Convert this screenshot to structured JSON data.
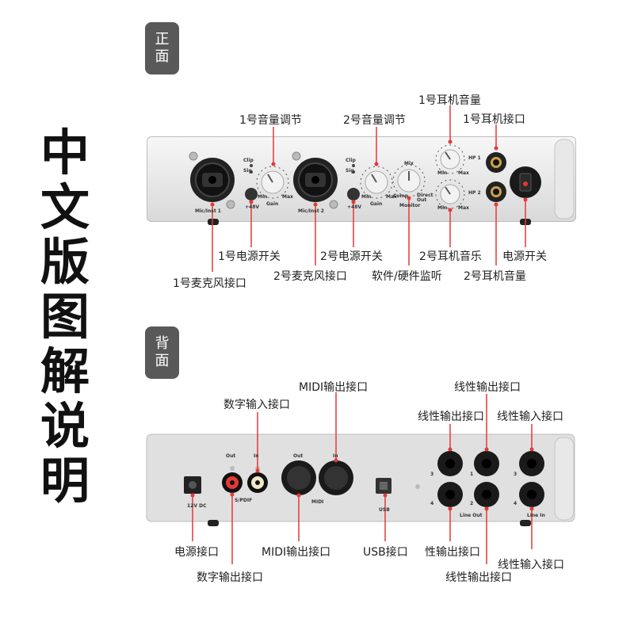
{
  "title": "中文版图解说明",
  "sections": {
    "front": {
      "tag": "正面"
    },
    "back": {
      "tag": "背面"
    }
  },
  "front_labels": {
    "vol1": "1号音量调节",
    "vol2": "2号音量调节",
    "hp1_vol": "1号耳机音量",
    "hp1_jack": "1号耳机接口",
    "pwr1": "1号电源开关",
    "pwr2": "2号电源开关",
    "hp2_music": "2号耳机音乐",
    "power_switch": "电源开关",
    "mic1": "1号麦克风接口",
    "mic2": "2号麦克风接口",
    "monitor": "软件/硬件监听",
    "hp2_vol": "2号耳机音量"
  },
  "front_panel_text": {
    "mic1": "Mic/Inst 1",
    "mic2": "Mic/Inst 2",
    "clip": "Clip",
    "sig": "Sig",
    "phantom": "+48V",
    "gain": "Gain",
    "min": "Min",
    "max": "Max",
    "mix": "Mix",
    "comp": "Comp",
    "direct_out": "Direct Out",
    "monitor": "Monitor",
    "hp1": "HP 1",
    "hp2": "HP 2"
  },
  "back_labels": {
    "midi_in": "MIDI输出接口",
    "spdif_in": "数字输入接口",
    "line_out_top": "线性输出接口",
    "line_out_mid": "线性输出接口",
    "line_in_top": "线性输入接口",
    "power_jack": "电源接口",
    "midi_out": "MIDI输出接口",
    "usb": "USB接口",
    "line_out_bottom": "性输出接口",
    "line_in_bottom": "线性输入接口",
    "spdif_out": "数字输出接口",
    "line_out_bottom2": "线性输出接口"
  },
  "back_panel_text": {
    "out": "Out",
    "in": "In",
    "spdif": "S/PDIF",
    "midi_out": "Out",
    "midi_in": "In",
    "midi": "MIDI",
    "usb": "USB",
    "dc": "12V DC",
    "line_out": "Line Out",
    "line_in": "Line In",
    "n1": "1",
    "n2": "2",
    "n3": "3",
    "n4": "4"
  },
  "colors": {
    "accent": "#e53935",
    "panel": "#e6e6e6",
    "tag": "#595959"
  }
}
